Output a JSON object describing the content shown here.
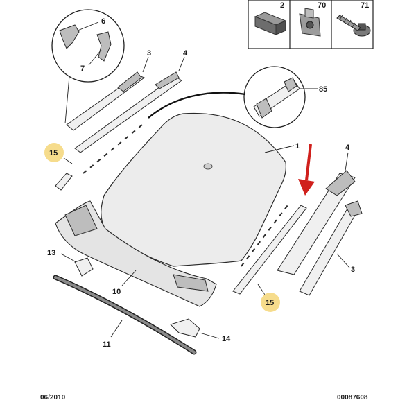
{
  "callouts": {
    "p1": "1",
    "p2": "2",
    "p3a": "3",
    "p3b": "3",
    "p4a": "4",
    "p4b": "4",
    "p6": "6",
    "p7": "7",
    "p10": "10",
    "p11": "11",
    "p13": "13",
    "p14": "14",
    "p15a": "15",
    "p15b": "15",
    "p70": "70",
    "p71": "71",
    "p85": "85"
  },
  "footer": {
    "date": "06/2010",
    "reference": "00087608"
  },
  "colors": {
    "highlight": "#f6dc8c",
    "arrow": "#d0201c",
    "ink": "#1a1a1a"
  }
}
